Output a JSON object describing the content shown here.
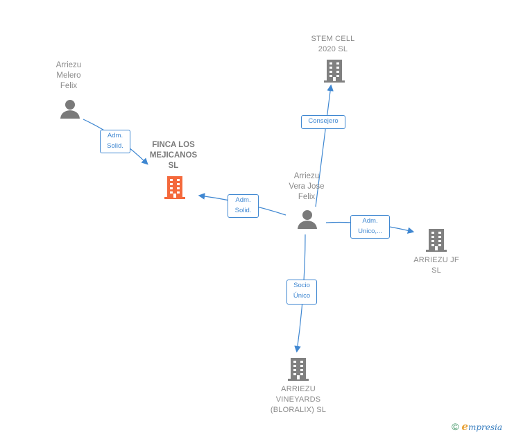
{
  "nodes": {
    "melero": "Arriezu\nMelero\nFelix",
    "vera": "Arriezu\nVera Jose\nFelix",
    "finca": "FINCA LOS\nMEJICANOS\nSL",
    "stem": "STEM CELL\n2020  SL",
    "jf": "ARRIEZU JF\nSL",
    "vineyards": "ARRIEZU\nVINEYARDS\n(BLORALIX)  SL"
  },
  "edges": {
    "melero_finca": "Adm.\nSolid.",
    "vera_finca": "Adm.\nSolid.",
    "vera_stem": "Consejero",
    "vera_jf": "Adm.\nUnico,...",
    "vera_vineyards": "Socio\nÚnico"
  },
  "colors": {
    "edge": "#3f87d1",
    "focus": "#f4693c",
    "company": "#808080",
    "person": "#7a7a7a"
  },
  "footer": {
    "copyright": "©",
    "brand_initial": "e",
    "brand_rest": "mpresia"
  }
}
